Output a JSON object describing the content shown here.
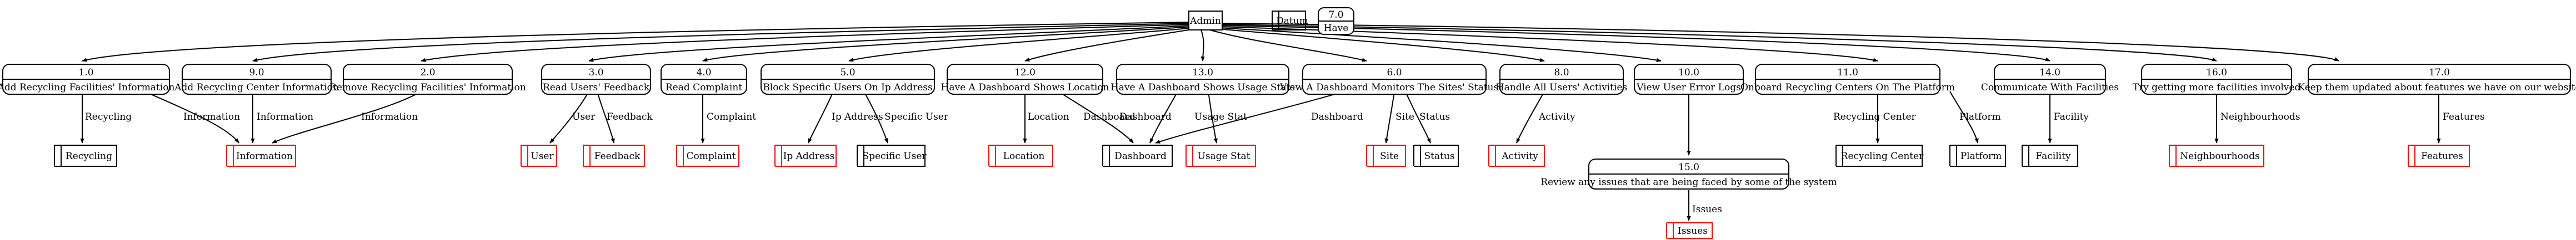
{
  "diagram": {
    "entity": "Admin",
    "legend": {
      "datum_label": "Datum",
      "process_id": "7.0",
      "process_label": "Have"
    },
    "processes": [
      {
        "id": "1.0",
        "label": "Add Recycling Facilities' Information"
      },
      {
        "id": "9.0",
        "label": "Add Recycling Center Information"
      },
      {
        "id": "2.0",
        "label": "Remove Recycling Facilities' Information"
      },
      {
        "id": "3.0",
        "label": "Read Users' Feedback"
      },
      {
        "id": "4.0",
        "label": "Read Complaint"
      },
      {
        "id": "5.0",
        "label": "Block Specific Users On Ip Address"
      },
      {
        "id": "12.0",
        "label": "Have A Dashboard Shows Location"
      },
      {
        "id": "13.0",
        "label": "Have A Dashboard Shows Usage Stats"
      },
      {
        "id": "6.0",
        "label": "View A Dashboard Monitors The Sites' Statuses"
      },
      {
        "id": "8.0",
        "label": "Handle All Users' Activities"
      },
      {
        "id": "10.0",
        "label": "View User Error Logs"
      },
      {
        "id": "11.0",
        "label": "Onboard Recycling Centers On The Platform"
      },
      {
        "id": "14.0",
        "label": "Communicate With Facilities"
      },
      {
        "id": "16.0",
        "label": "Try getting more facilities involved"
      },
      {
        "id": "17.0",
        "label": "Keep them updated about features we have on our website"
      },
      {
        "id": "15.0",
        "label": "Review any issues that are being faced by some of the system"
      }
    ],
    "stores": [
      {
        "label": "Recycling"
      },
      {
        "label": "Information"
      },
      {
        "label": "User"
      },
      {
        "label": "Feedback"
      },
      {
        "label": "Complaint"
      },
      {
        "label": "Ip Address"
      },
      {
        "label": "Specific User"
      },
      {
        "label": "Location"
      },
      {
        "label": "Dashboard"
      },
      {
        "label": "Usage Stat"
      },
      {
        "label": "Site"
      },
      {
        "label": "Status"
      },
      {
        "label": "Activity"
      },
      {
        "label": "Issues"
      },
      {
        "label": "Recycling Center"
      },
      {
        "label": "Platform"
      },
      {
        "label": "Facility"
      },
      {
        "label": "Neighbourhoods"
      },
      {
        "label": "Features"
      }
    ],
    "edge_labels": [
      "Recycling",
      "Information",
      "Information",
      "Information",
      "User",
      "Feedback",
      "Complaint",
      "Ip Address",
      "Specific User",
      "Location",
      "Dashboard",
      "Dashboard",
      "Usage Stat",
      "Dashboard",
      "Site",
      "Status",
      "Activity",
      "Issues",
      "Recycling Center",
      "Platform",
      "Facility",
      "Neighbourhoods",
      "Features"
    ]
  }
}
